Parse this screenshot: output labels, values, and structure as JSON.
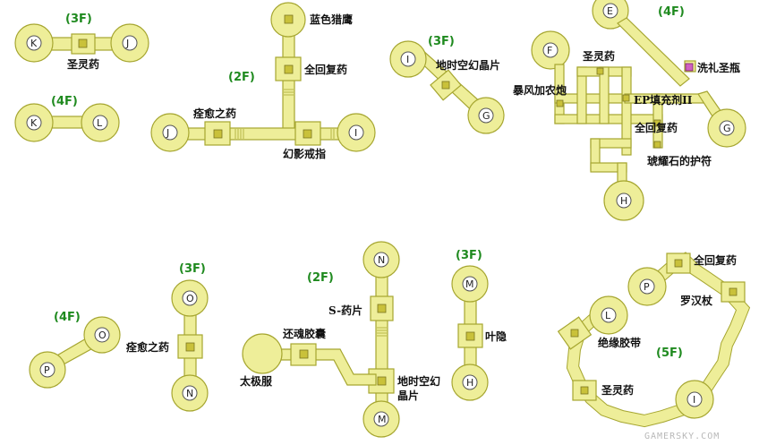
{
  "colors": {
    "room": "#eeee99",
    "stroke": "#a6a630",
    "chest": "#c9c13a",
    "chest_stroke": "#7a7520",
    "node_fill": "#ffffff",
    "floor_label": "#1f8a1f",
    "special_chest": "#d060c0"
  },
  "maps": {
    "m1": {
      "floor": "(3F)",
      "nodes": [
        "K",
        "J"
      ],
      "items": [
        "圣灵药"
      ]
    },
    "m2": {
      "floor": "(4F)",
      "nodes": [
        "K",
        "L"
      ]
    },
    "m3": {
      "floor": "(2F)",
      "nodes": [
        "J",
        "I"
      ],
      "items": [
        "蓝色猎鹰",
        "全回复药",
        "痊愈之药",
        "幻影戒指"
      ]
    },
    "m4": {
      "floor": "(3F)",
      "nodes": [
        "I",
        "G"
      ],
      "items": [
        "地时空幻晶片"
      ]
    },
    "m5": {
      "floor": "(4F)",
      "nodes": [
        "E",
        "F",
        "G",
        "H"
      ],
      "items": [
        "圣灵药",
        "洗礼圣瓶",
        "暴风加农炮",
        "EP填充剂II",
        "全回复药",
        "琥耀石的护符"
      ]
    },
    "m6": {
      "floor": "(4F)",
      "nodes": [
        "O",
        "P"
      ]
    },
    "m7": {
      "floor": "(3F)",
      "nodes": [
        "O",
        "N"
      ],
      "items": [
        "痊愈之药"
      ]
    },
    "m8": {
      "floor": "(2F)",
      "nodes": [
        "N",
        "M"
      ],
      "items": [
        "S-药片",
        "还魂胶囊",
        "太极服",
        "地时空幻",
        "晶片"
      ]
    },
    "m9": {
      "floor": "(3F)",
      "nodes": [
        "M",
        "H"
      ],
      "items": [
        "叶隐"
      ]
    },
    "m10": {
      "floor": "(5F)",
      "nodes": [
        "P",
        "L",
        "I"
      ],
      "items": [
        "全回复药",
        "罗汉杖",
        "绝缘胶带",
        "圣灵药"
      ]
    }
  },
  "watermark": "GAMERSKY.COM"
}
